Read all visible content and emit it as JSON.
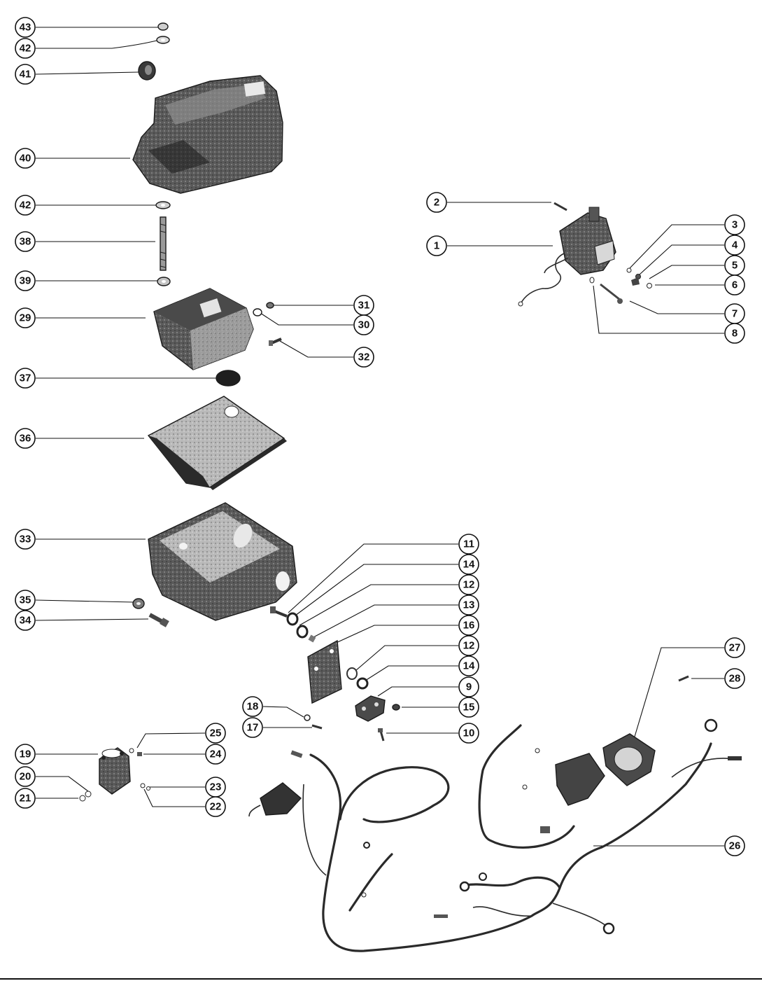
{
  "diagram": {
    "callouts": [
      {
        "id": "c43",
        "label": "43"
      },
      {
        "id": "c42a",
        "label": "42"
      },
      {
        "id": "c41",
        "label": "41"
      },
      {
        "id": "c40",
        "label": "40"
      },
      {
        "id": "c42b",
        "label": "42"
      },
      {
        "id": "c38",
        "label": "38"
      },
      {
        "id": "c39",
        "label": "39"
      },
      {
        "id": "c29",
        "label": "29"
      },
      {
        "id": "c37",
        "label": "37"
      },
      {
        "id": "c36",
        "label": "36"
      },
      {
        "id": "c33",
        "label": "33"
      },
      {
        "id": "c35",
        "label": "35"
      },
      {
        "id": "c34",
        "label": "34"
      },
      {
        "id": "c31",
        "label": "31"
      },
      {
        "id": "c30",
        "label": "30"
      },
      {
        "id": "c32",
        "label": "32"
      },
      {
        "id": "c2",
        "label": "2"
      },
      {
        "id": "c1",
        "label": "1"
      },
      {
        "id": "c3",
        "label": "3"
      },
      {
        "id": "c4",
        "label": "4"
      },
      {
        "id": "c5",
        "label": "5"
      },
      {
        "id": "c6",
        "label": "6"
      },
      {
        "id": "c7",
        "label": "7"
      },
      {
        "id": "c8",
        "label": "8"
      },
      {
        "id": "c11",
        "label": "11"
      },
      {
        "id": "c14a",
        "label": "14"
      },
      {
        "id": "c12a",
        "label": "12"
      },
      {
        "id": "c13",
        "label": "13"
      },
      {
        "id": "c16",
        "label": "16"
      },
      {
        "id": "c12b",
        "label": "12"
      },
      {
        "id": "c14b",
        "label": "14"
      },
      {
        "id": "c9",
        "label": "9"
      },
      {
        "id": "c15",
        "label": "15"
      },
      {
        "id": "c10",
        "label": "10"
      },
      {
        "id": "c18",
        "label": "18"
      },
      {
        "id": "c17",
        "label": "17"
      },
      {
        "id": "c27",
        "label": "27"
      },
      {
        "id": "c28",
        "label": "28"
      },
      {
        "id": "c26",
        "label": "26"
      },
      {
        "id": "c19",
        "label": "19"
      },
      {
        "id": "c20",
        "label": "20"
      },
      {
        "id": "c21",
        "label": "21"
      },
      {
        "id": "c25",
        "label": "25"
      },
      {
        "id": "c24",
        "label": "24"
      },
      {
        "id": "c23",
        "label": "23"
      },
      {
        "id": "c22",
        "label": "22"
      }
    ]
  }
}
